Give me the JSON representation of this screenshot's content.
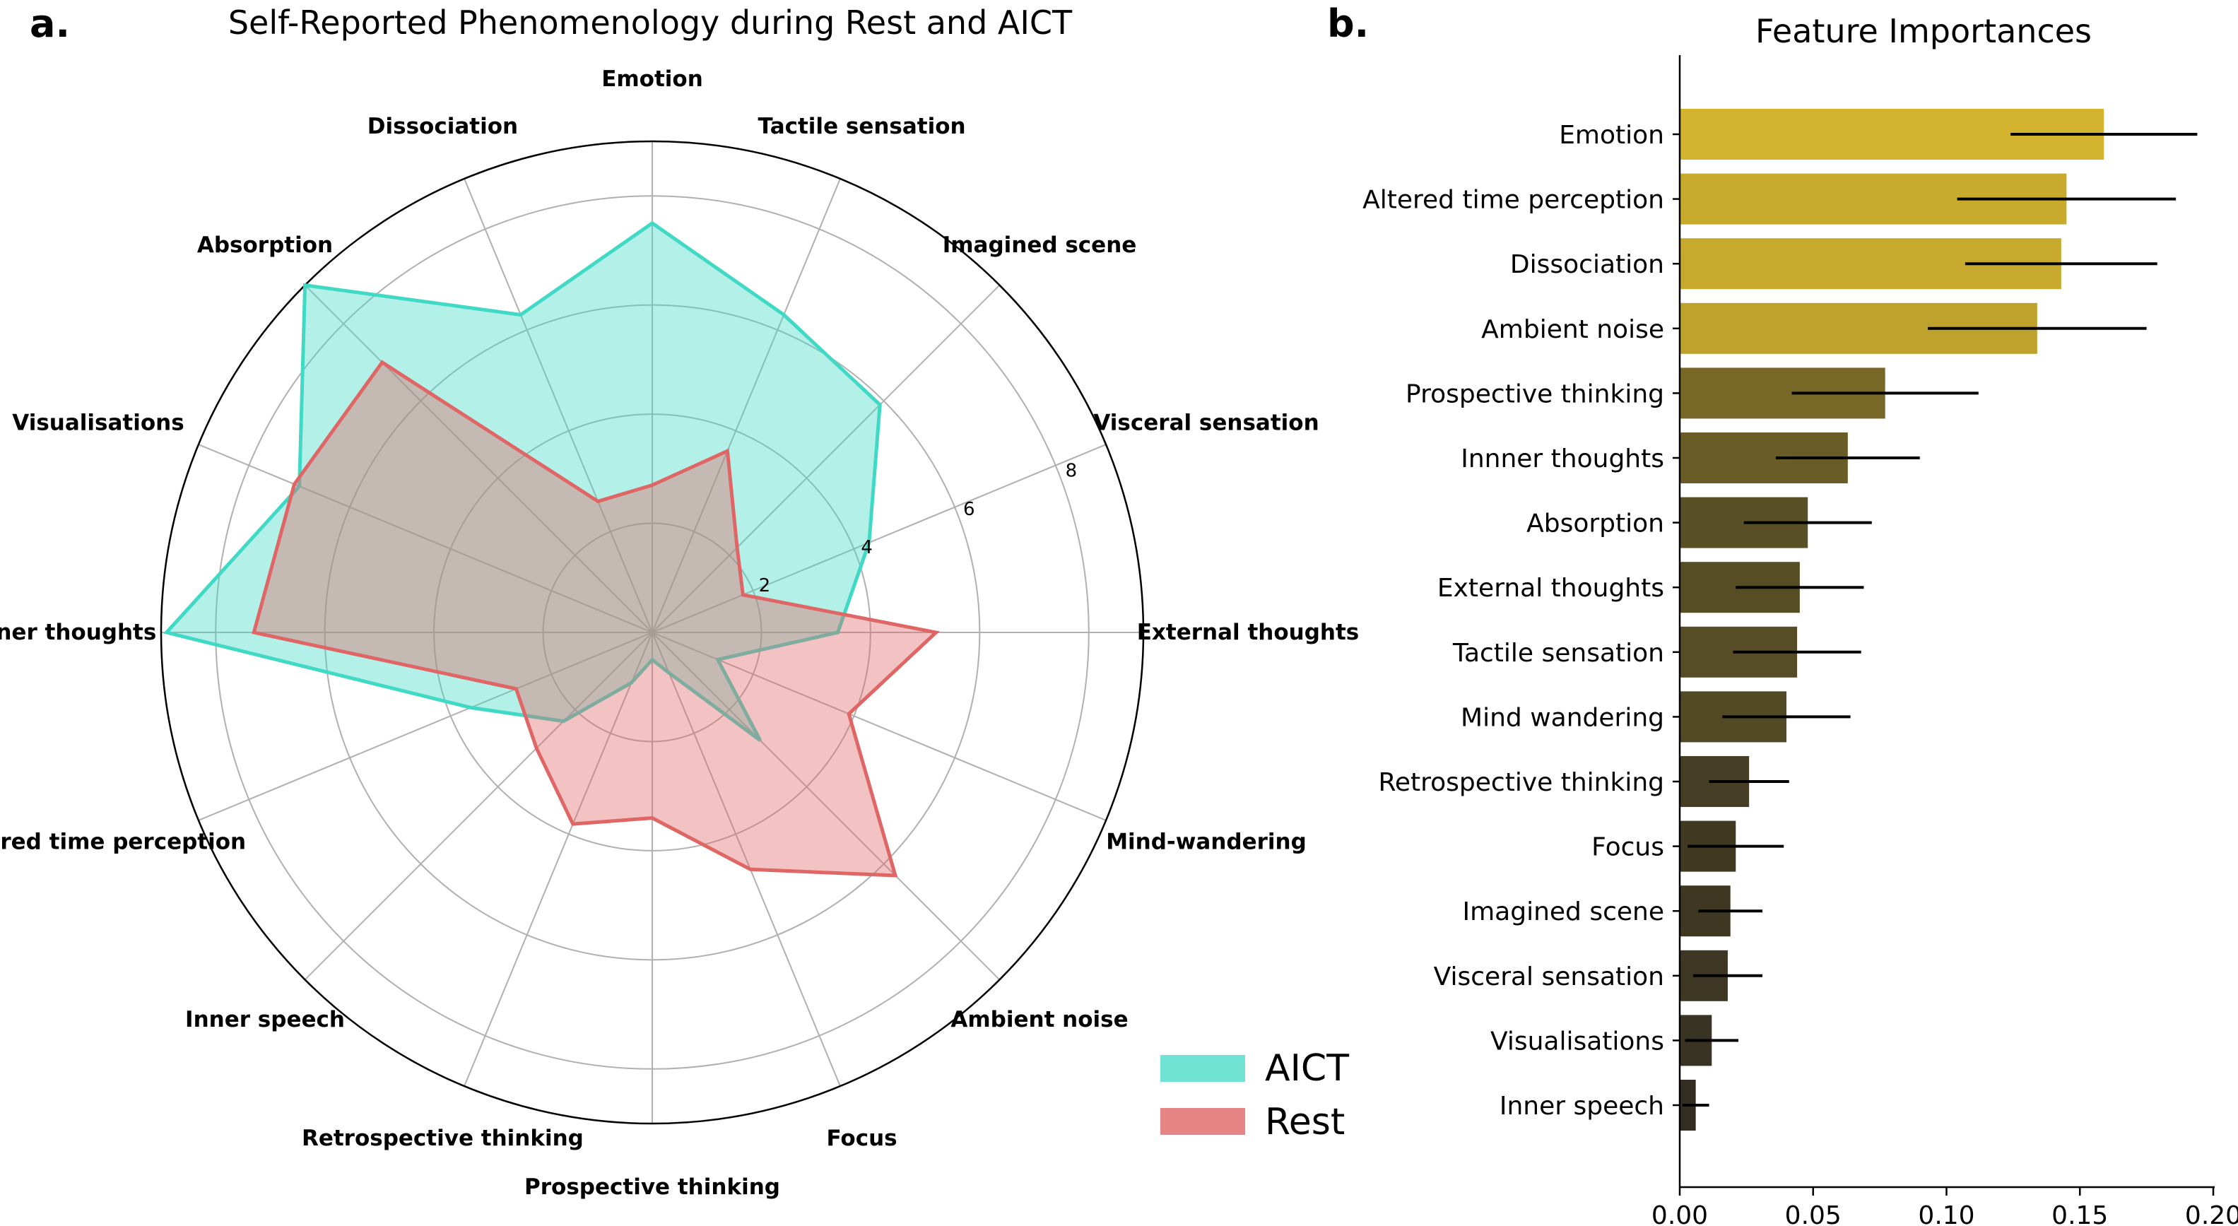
{
  "panels": {
    "a_letter": "a.",
    "b_letter": "b."
  },
  "colors": {
    "aict": "#40D9C5",
    "rest": "#E06666",
    "imp_high": "#D4B42E",
    "imp_low": "#2E2B22"
  },
  "chart_data": [
    {
      "type": "radar",
      "title": "Self-Reported Phenomenology during Rest and AICT",
      "axes": [
        "Emotion",
        "Tactile sensation",
        "Imagined scene",
        "Visceral sensation",
        "External thoughts",
        "Mind-wandering",
        "Ambient noise",
        "Focus",
        "Prospective thinking",
        "Retrospective thinking",
        "Inner speech",
        "Altered time perception",
        "Innner thoughts",
        "Visualisations",
        "Absorption",
        "Dissociation"
      ],
      "rlim": [
        0,
        9
      ],
      "rticks": [
        2,
        4,
        6,
        8
      ],
      "grid": true,
      "legend_position": "bottom-right",
      "series": [
        {
          "name": "AICT",
          "values": [
            7.5,
            6.3,
            5.9,
            4.3,
            3.4,
            1.3,
            2.8,
            0.8,
            0.5,
            1.0,
            2.3,
            3.6,
            8.9,
            7.0,
            9.0,
            6.3
          ]
        },
        {
          "name": "Rest",
          "values": [
            2.7,
            3.6,
            2.2,
            1.8,
            5.2,
            3.9,
            6.3,
            4.7,
            3.4,
            3.8,
            3.0,
            2.7,
            7.3,
            7.1,
            7.0,
            2.6
          ]
        }
      ]
    },
    {
      "type": "bar",
      "orientation": "horizontal",
      "title": "Feature Importances",
      "categories": [
        "Emotion",
        "Altered time perception",
        "Dissociation",
        "Ambient noise",
        "Prospective thinking",
        "Innner thoughts",
        "Absorption",
        "External thoughts",
        "Tactile sensation",
        "Mind wandering",
        "Retrospective thinking",
        "Focus",
        "Imagined scene",
        "Visceral sensation",
        "Visualisations",
        "Inner speech"
      ],
      "values": [
        0.159,
        0.145,
        0.143,
        0.134,
        0.077,
        0.063,
        0.048,
        0.045,
        0.044,
        0.04,
        0.026,
        0.021,
        0.019,
        0.018,
        0.012,
        0.006
      ],
      "errors": [
        0.035,
        0.041,
        0.036,
        0.041,
        0.035,
        0.027,
        0.024,
        0.024,
        0.024,
        0.024,
        0.015,
        0.018,
        0.012,
        0.013,
        0.01,
        0.005
      ],
      "xlim": [
        0,
        0.2
      ],
      "xticks": [
        "0.00",
        "0.05",
        "0.10",
        "0.15",
        "0.20"
      ]
    }
  ]
}
